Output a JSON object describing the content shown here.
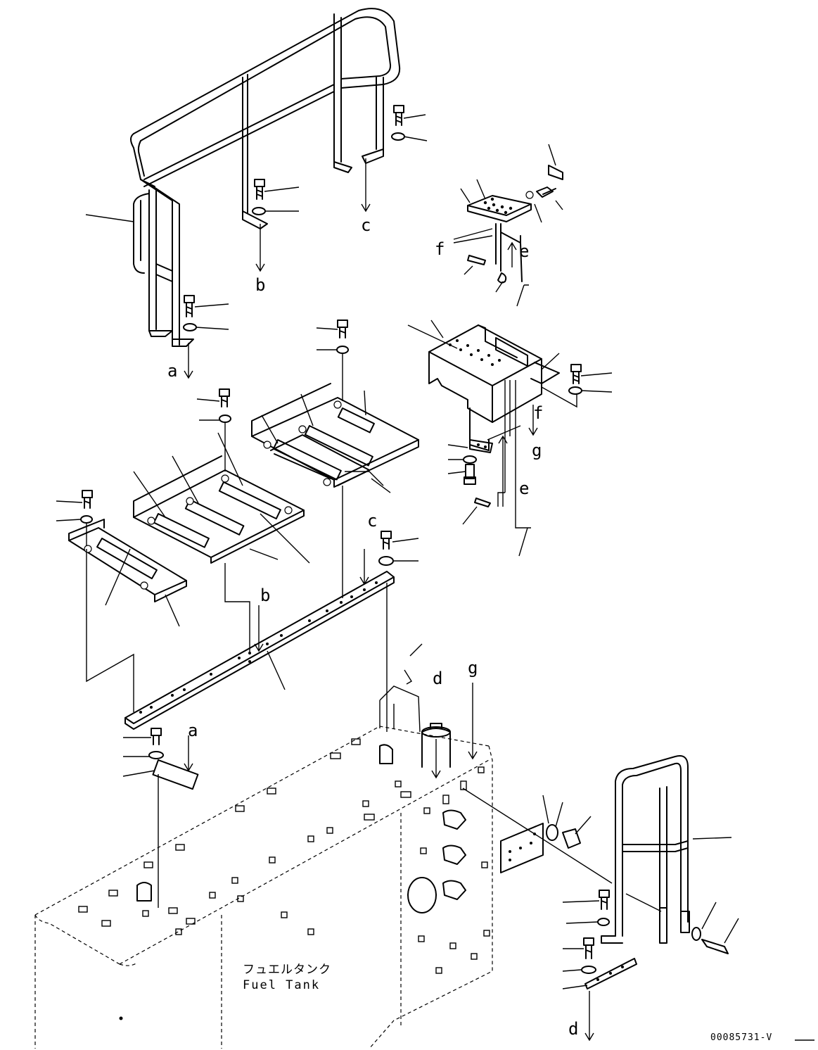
{
  "diagram": {
    "connector_labels": [
      "a",
      "b",
      "c",
      "d",
      "e",
      "f",
      "g"
    ],
    "part_label_jp": "フュエルタンク",
    "part_label_en": "Fuel Tank",
    "drawing_code": "00085731-V",
    "line_color": "#000000",
    "background_color": "#ffffff"
  }
}
